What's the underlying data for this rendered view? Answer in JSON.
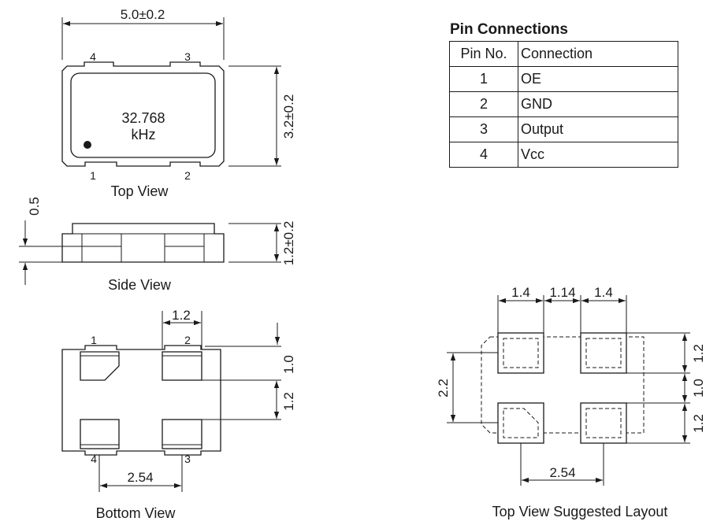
{
  "views": {
    "top": {
      "title": "Top View",
      "width_label": "5.0±0.2",
      "height_label": "3.2±0.2",
      "marking_line1": "32.768",
      "marking_line2": "kHz",
      "pins": [
        "1",
        "2",
        "3",
        "4"
      ]
    },
    "side": {
      "title": "Side View",
      "pad_label": "0.5",
      "height_label": "1.2±0.2"
    },
    "bottom": {
      "title": "Bottom View",
      "pad_width_label": "1.2",
      "gap_label": "1.0",
      "pad_height_label": "1.2",
      "pitch_label": "2.54",
      "pins": [
        "1",
        "2",
        "3",
        "4"
      ]
    },
    "layout": {
      "title": "Top View Suggested Layout",
      "pad_w_label_left": "1.4",
      "gap_label": "1.14",
      "pad_w_label_right": "1.4",
      "pad_h_label_top": "1.2",
      "gap_v_label": "1.0",
      "pad_h_label_bottom": "1.2",
      "height_label": "2.2",
      "pitch_label": "2.54"
    }
  },
  "pin_table": {
    "title": "Pin Connections",
    "headers": [
      "Pin No.",
      "Connection"
    ],
    "rows": [
      {
        "pin": "1",
        "connection": "OE"
      },
      {
        "pin": "2",
        "connection": "GND"
      },
      {
        "pin": "3",
        "connection": "Output"
      },
      {
        "pin": "4",
        "connection": "Vcc"
      }
    ]
  }
}
